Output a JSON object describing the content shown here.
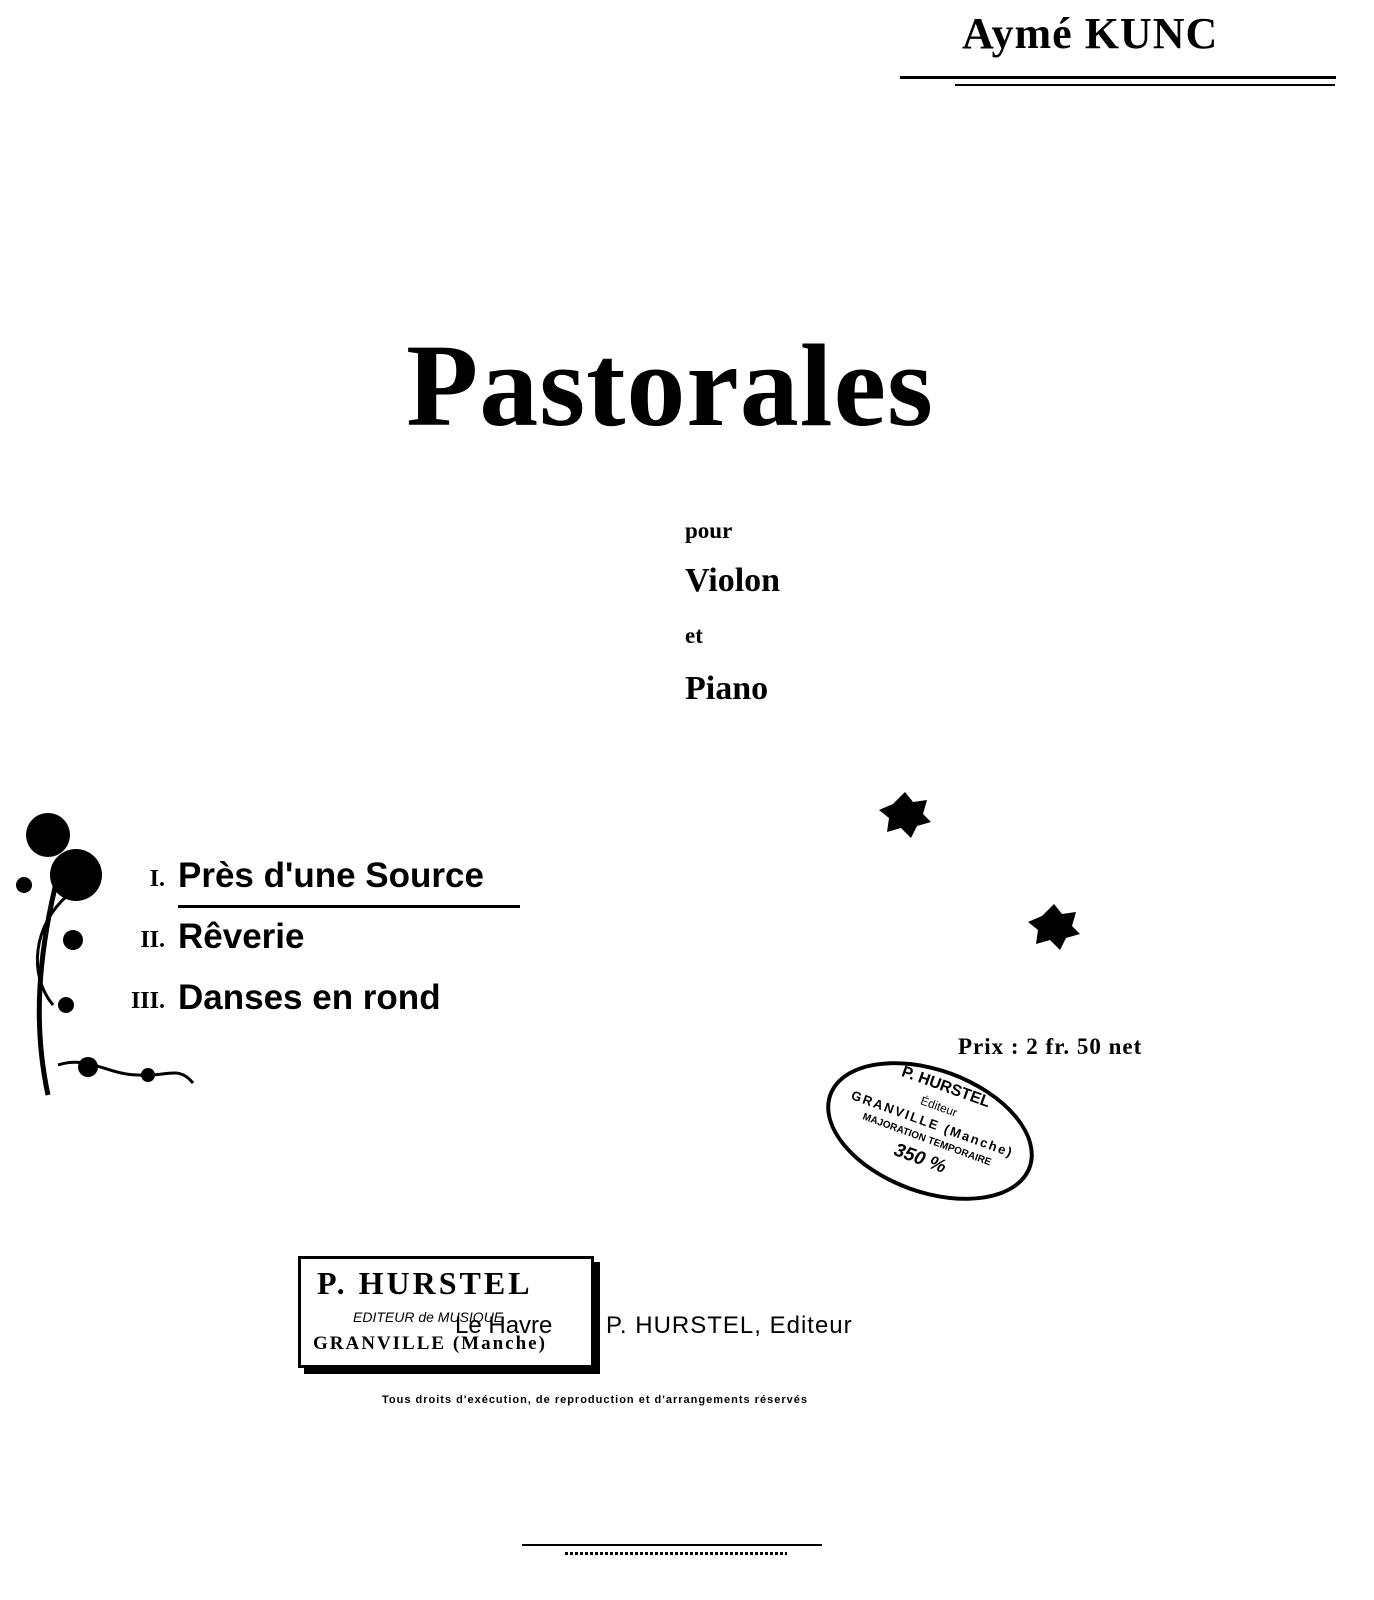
{
  "author": "Aymé KUNC",
  "title": "Pastorales",
  "instrumentation": {
    "pour": "pour",
    "violon": "Violon",
    "et": "et",
    "piano": "Piano"
  },
  "movements": [
    {
      "number": "I.",
      "title": "Près d'une Source"
    },
    {
      "number": "II.",
      "title": "Rêverie"
    },
    {
      "number": "III.",
      "title": "Danses en rond"
    }
  ],
  "price": "Prix : 2 fr. 50 net",
  "oval_stamp": {
    "line1": "P. HURSTEL",
    "line2": "Éditeur",
    "line3": "GRANVILLE (Manche)",
    "line4": "MAJORATION TEMPORAIRE",
    "line5": "350 %"
  },
  "rect_stamp": {
    "line1": "P. HURSTEL",
    "line2": "EDITEUR de MUSIQUE",
    "line3": "GRANVILLE (Manche)"
  },
  "publisher": {
    "city": "Le Havre",
    "name": "P. HURSTEL, Editeur"
  },
  "rights": "Tous droits d'exécution, de reproduction et d'arrangements réservés"
}
